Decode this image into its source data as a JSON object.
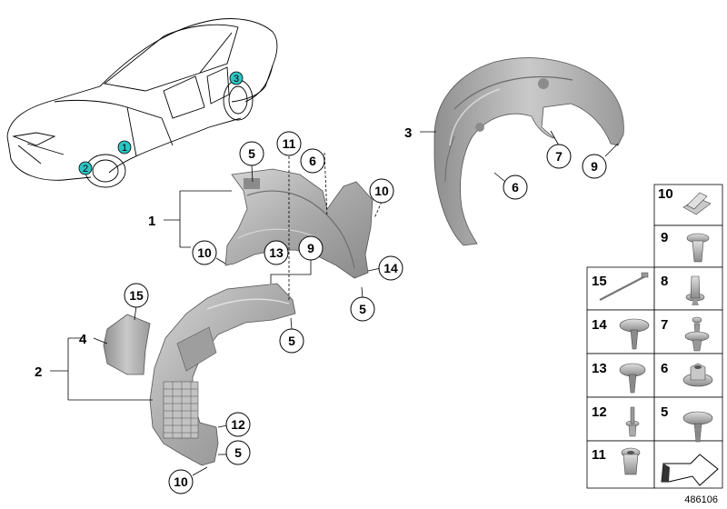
{
  "diagram": {
    "part_number": "486106",
    "car_markers": [
      "1",
      "2",
      "3"
    ],
    "side_labels": [
      "1",
      "2",
      "3",
      "4"
    ],
    "callouts": [
      "5",
      "11",
      "6",
      "10",
      "10",
      "13",
      "9",
      "14",
      "5",
      "15",
      "5",
      "12",
      "5",
      "10",
      "7",
      "9",
      "6"
    ],
    "hardware_table": [
      {
        "number": "10",
        "icon": "speed-nut-clip-icon"
      },
      {
        "number": "9",
        "icon": "expansion-rivet-icon"
      },
      {
        "number": "15",
        "icon": "cable-tie-icon"
      },
      {
        "number": "8",
        "icon": "push-rivet-icon"
      },
      {
        "number": "14",
        "icon": "large-washer-screw-icon"
      },
      {
        "number": "7",
        "icon": "fir-tree-clip-icon"
      },
      {
        "number": "13",
        "icon": "washer-screw-icon"
      },
      {
        "number": "6",
        "icon": "flange-nut-icon"
      },
      {
        "number": "12",
        "icon": "pin-rivet-icon"
      },
      {
        "number": "5",
        "icon": "serrated-washer-screw-icon"
      },
      {
        "number": "11",
        "icon": "expanding-nut-icon"
      },
      {
        "number": "",
        "icon": "direction-arrow-icon"
      }
    ],
    "colors": {
      "marker_fill": "#2ec4c4",
      "part_fill": "#b0b0b0",
      "part_dark": "#7a7a7a",
      "line": "#000000"
    }
  }
}
